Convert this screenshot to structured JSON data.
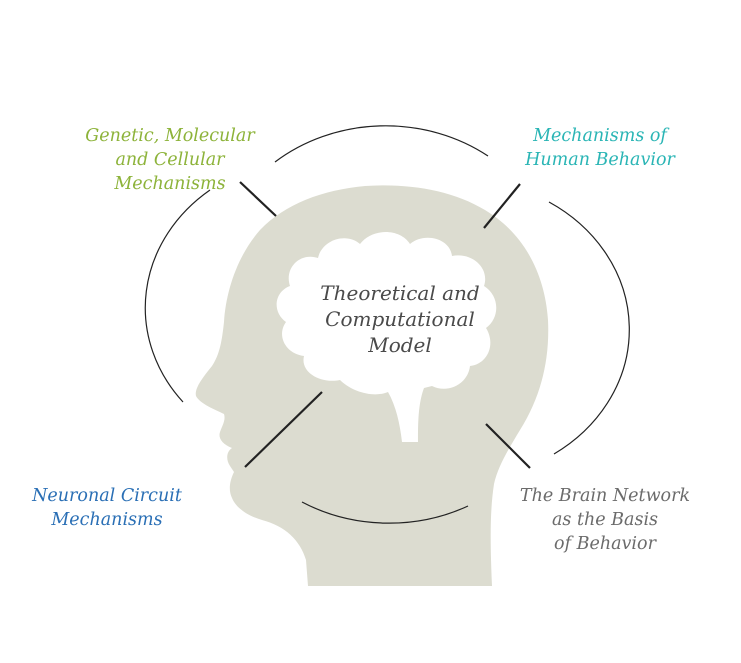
{
  "center": {
    "text": "Theoretical and\nComputational\nModel",
    "color": "#4a4a4a"
  },
  "labels": {
    "genetic": {
      "text": "Genetic, Molecular\nand Cellular\nMechanisms",
      "color": "#8db33a"
    },
    "human": {
      "text": "Mechanisms of\nHuman Behavior",
      "color": "#2ab5b5"
    },
    "neuronal": {
      "text": "Neuronal Circuit\nMechanisms",
      "color": "#2a6fb5"
    },
    "network": {
      "text": "The Brain Network\nas the Basis\nof Behavior",
      "color": "#6b6b6b"
    }
  },
  "colors": {
    "head": "#dcdcd0",
    "brain": "#ffffff",
    "lines": "#222222"
  }
}
